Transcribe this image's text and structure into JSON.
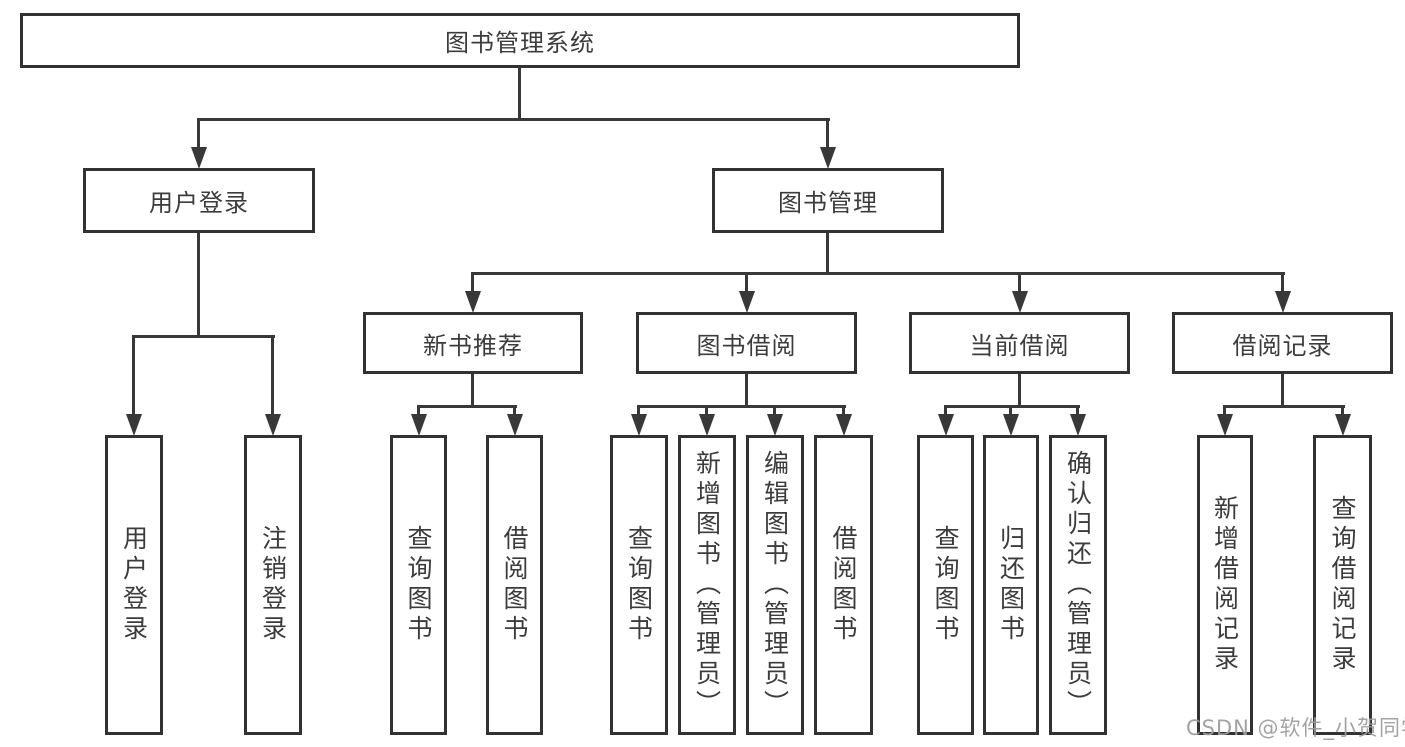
{
  "diagram": {
    "title": "图书管理系统",
    "nodes": {
      "root": {
        "label": "图书管理系统"
      },
      "userLogin": {
        "label": "用户登录"
      },
      "bookMgmt": {
        "label": "图书管理"
      },
      "newBookRec": {
        "label": "新书推荐"
      },
      "bookBorrow": {
        "label": "图书借阅"
      },
      "currentBorrow": {
        "label": "当前借阅"
      },
      "borrowRecords": {
        "label": "借阅记录"
      },
      "login": {
        "label": "用户登录"
      },
      "logout": {
        "label": "注销登录"
      },
      "queryBook1": {
        "label": "查询图书"
      },
      "borrowBook1": {
        "label": "借阅图书"
      },
      "queryBook2": {
        "label": "查询图书"
      },
      "addBook": {
        "label": "新增图书（管理员）"
      },
      "editBook": {
        "label": "编辑图书（管理员）"
      },
      "borrowBook2": {
        "label": "借阅图书"
      },
      "queryBook3": {
        "label": "查询图书"
      },
      "returnBook": {
        "label": "归还图书"
      },
      "confirmReturn": {
        "label": "确认归还（管理员）"
      },
      "addBorrowRecord": {
        "label": "新增借阅记录"
      },
      "queryBorrowRecord": {
        "label": "查询借阅记录"
      }
    },
    "structure": [
      {
        "parent": "root",
        "children": [
          "userLogin",
          "bookMgmt"
        ]
      },
      {
        "parent": "userLogin",
        "children": [
          "login",
          "logout"
        ]
      },
      {
        "parent": "bookMgmt",
        "children": [
          "newBookRec",
          "bookBorrow",
          "currentBorrow",
          "borrowRecords"
        ]
      },
      {
        "parent": "newBookRec",
        "children": [
          "queryBook1",
          "borrowBook1"
        ]
      },
      {
        "parent": "bookBorrow",
        "children": [
          "queryBook2",
          "addBook",
          "editBook",
          "borrowBook2"
        ]
      },
      {
        "parent": "currentBorrow",
        "children": [
          "queryBook3",
          "returnBook",
          "confirmReturn"
        ]
      },
      {
        "parent": "borrowRecords",
        "children": [
          "addBorrowRecord",
          "queryBorrowRecord"
        ]
      }
    ]
  },
  "watermark": {
    "text": "CSDN @软件_小贺同学"
  },
  "colors": {
    "line": "#383838",
    "box_border": "#323232",
    "text": "#3c3c3c",
    "watermark": "#9e9e9e",
    "background": "#ffffff"
  }
}
